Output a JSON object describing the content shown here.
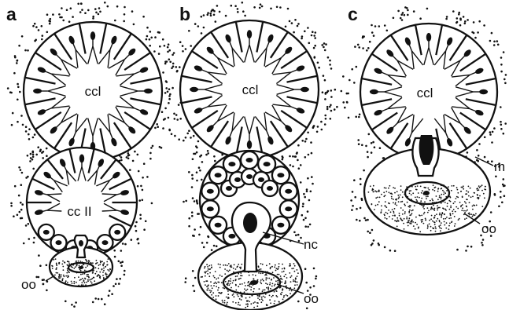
{
  "panels": [
    {
      "letter": "a",
      "labels": {
        "upper_cyst": "ccl",
        "lower_cyst": "cc II",
        "oocyte": "oo"
      }
    },
    {
      "letter": "b",
      "labels": {
        "upper_cyst": "ccl",
        "nurse_cell": "nc",
        "oocyte": "oo"
      }
    },
    {
      "letter": "c",
      "labels": {
        "upper_cyst": "ccl",
        "membrane": "m",
        "oocyte": "oo"
      }
    }
  ],
  "colors": {
    "ink": "#111111",
    "background": "#ffffff"
  }
}
